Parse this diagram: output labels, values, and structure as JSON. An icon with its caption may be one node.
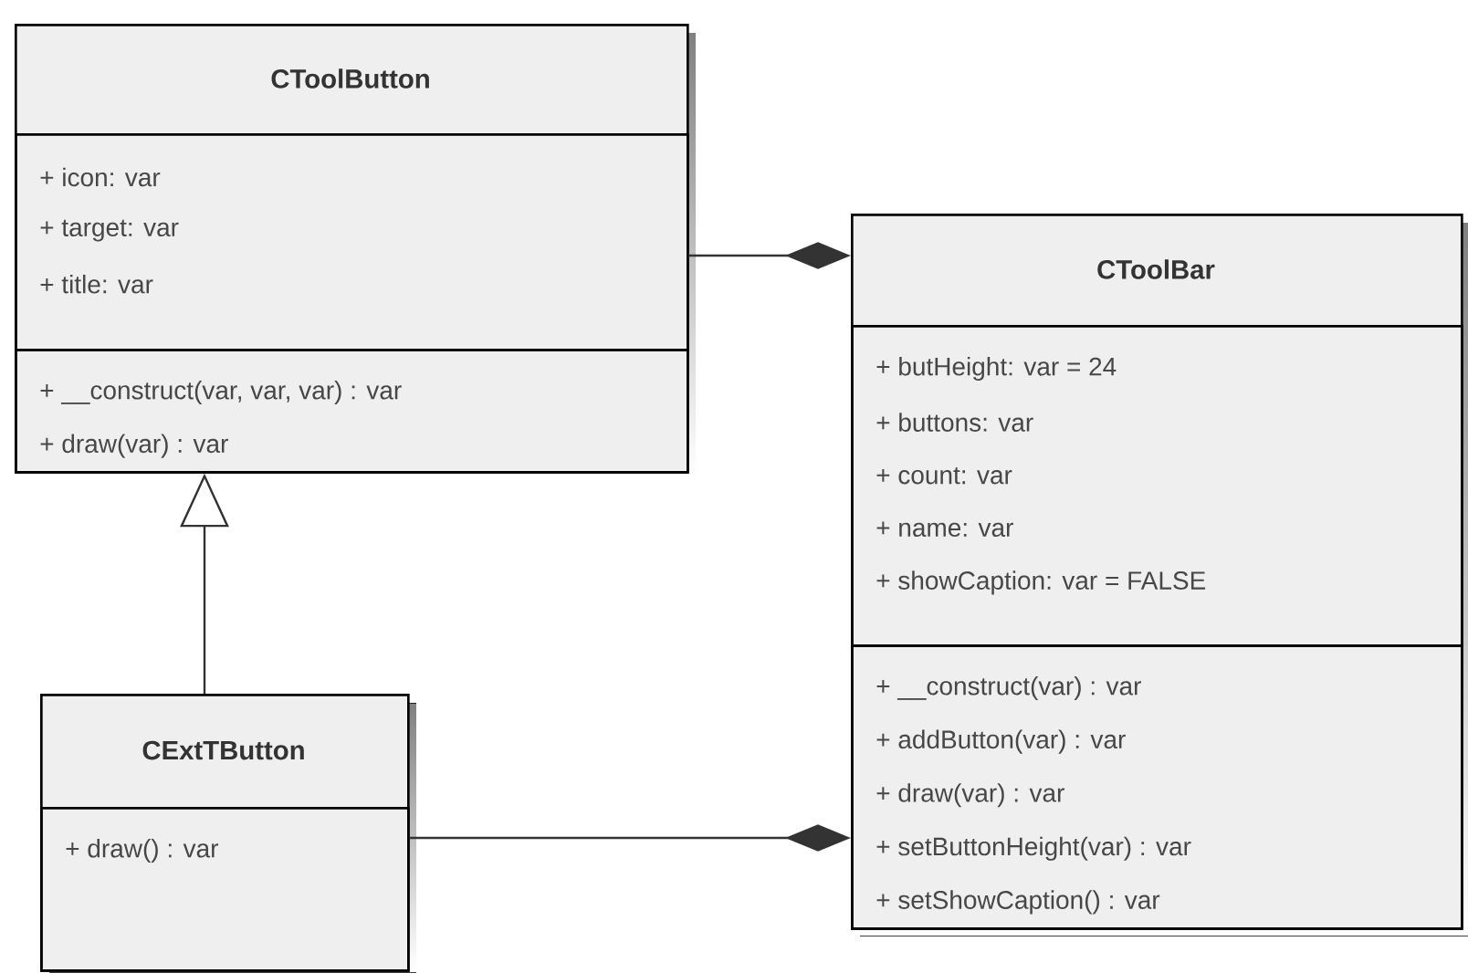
{
  "diagram": {
    "nodes": [
      {
        "text": [
          "CToolButton"
        ]
      },
      {
        "text": [
          "+ icon: var",
          "+ target: var",
          "+ title: var"
        ],
        "in": 0
      },
      {
        "text": [
          "+ __construct(var, var, var) : var",
          "+ draw(var) : var"
        ],
        "in": 0
      },
      {
        "text": [
          "CToolBar"
        ]
      },
      {
        "text": [
          "+ butHeight: var = 24",
          "+ buttons: var",
          "+ count: var",
          "+ name: var",
          "+ showCaption: var = FALSE"
        ],
        "in": 3
      },
      {
        "text": [
          "+ __construct(var) : var",
          "+ addButton(var) : var",
          "+ draw(var) : var",
          "+ setButtonHeight(var) : var",
          "+ setShowCaption() : var"
        ],
        "in": 3
      },
      {
        "text": [
          "CExtTButton"
        ]
      },
      {
        "text": [
          "+ draw() : var"
        ],
        "in": 6
      }
    ],
    "edges": [
      {
        "from": 0,
        "to": 3,
        "arrow": "other"
      },
      {
        "from": 6,
        "to": 0,
        "arrow": "to"
      },
      {
        "from": 6,
        "to": 3,
        "arrow": "other"
      }
    ]
  }
}
